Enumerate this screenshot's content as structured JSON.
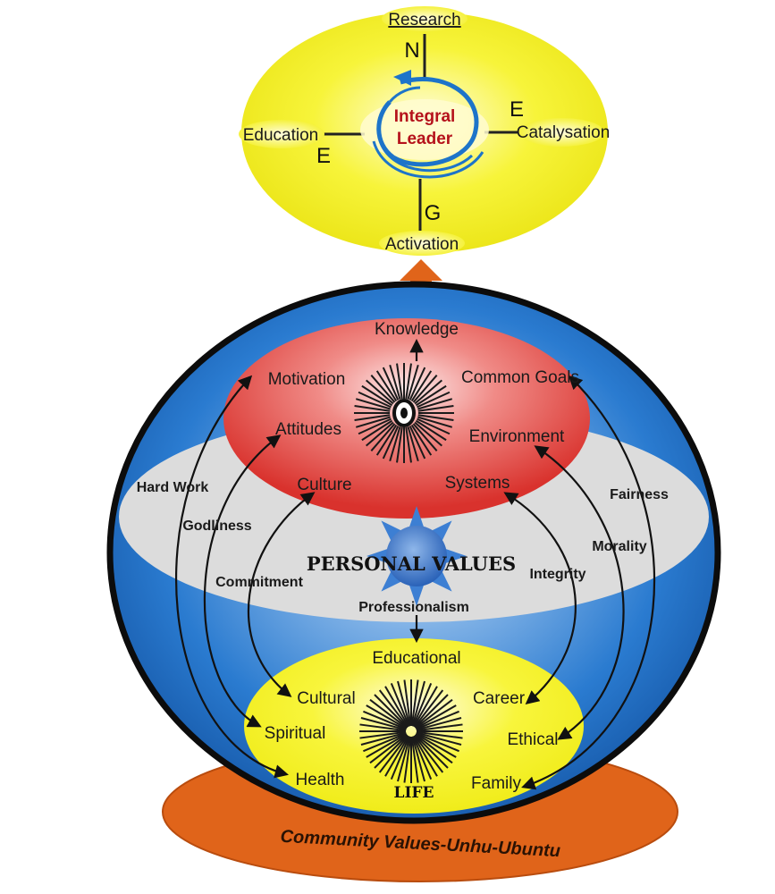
{
  "top_cycle": {
    "research": "Research",
    "education": "Education",
    "catalysation": "Catalysation",
    "activation": "Activation",
    "center_line1": "Integral",
    "center_line2": "Leader",
    "letter_n": "N",
    "letter_e_right": "E",
    "letter_e_left": "E",
    "letter_g": "G"
  },
  "red_zone": {
    "knowledge": "Knowledge",
    "motivation": "Motivation",
    "common_goals": "Common Goals",
    "attitudes": "Attitudes",
    "environment": "Environment",
    "culture": "Culture",
    "systems": "Systems"
  },
  "values_band": {
    "title": "PERSONAL VALUES",
    "hard_work": "Hard Work",
    "godliness": "Godliness",
    "commitment": "Commitment",
    "professionalism": "Professionalism",
    "integrity": "Integrity",
    "morality": "Morality",
    "fairness": "Fairness"
  },
  "life_zone": {
    "educational": "Educational",
    "cultural": "Cultural",
    "career": "Career",
    "spiritual": "Spiritual",
    "ethical": "Ethical",
    "health": "Health",
    "family": "Family",
    "title": "LIFE"
  },
  "base": {
    "label": "Community Values-Unhu-Ubuntu"
  },
  "colors": {
    "yellow": "#f5f21c",
    "red": "#e0342f",
    "blue": "#1f72c8",
    "orange": "#e0641a",
    "grey": "#d9d9d9",
    "dark_red_text": "#b5121b"
  }
}
